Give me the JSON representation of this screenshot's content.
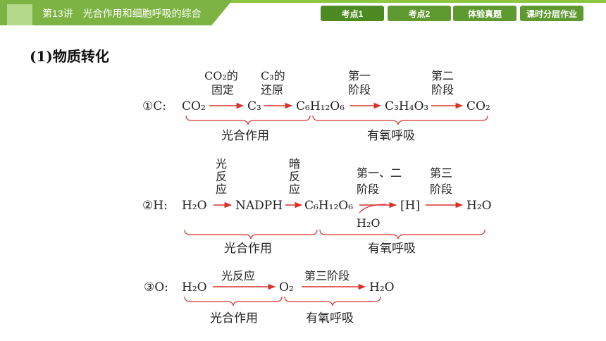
{
  "header": {
    "title": "第13讲　光合作用和细胞呼吸的综合",
    "nav": [
      "考点1",
      "考点2",
      "体验真题",
      "课时分层作业"
    ]
  },
  "heading": "(1)物质转化",
  "colors": {
    "accent_green": "#7cb342",
    "arrow_red": "#d9322b",
    "text": "#222222"
  },
  "rows": {
    "c": {
      "marker": "①C:",
      "species": [
        "CO₂",
        "C₃",
        "C₆H₁₂O₆",
        "C₃H₄O₃",
        "CO₂"
      ],
      "steps": [
        [
          "CO₂的",
          "固定"
        ],
        [
          "C₃的",
          "还原"
        ],
        [
          "第一",
          "阶段"
        ],
        [
          "第二",
          "阶段"
        ]
      ],
      "groups": [
        "光合作用",
        "有氧呼吸"
      ]
    },
    "h": {
      "marker": "②H:",
      "species": [
        "H₂O",
        "NADPH",
        "C₆H₁₂O₆",
        "[H]",
        "H₂O"
      ],
      "steps": [
        [
          "光",
          "反",
          "应"
        ],
        [
          "暗",
          "反",
          "应"
        ],
        [
          "第一、二",
          "阶段"
        ],
        [
          "第三",
          "阶段"
        ]
      ],
      "side_input": "H₂O",
      "groups": [
        "光合作用",
        "有氧呼吸"
      ]
    },
    "o": {
      "marker": "③O:",
      "species": [
        "H₂O",
        "O₂",
        "H₂O"
      ],
      "steps": [
        "光反应",
        "第三阶段"
      ],
      "groups": [
        "光合作用",
        "有氧呼吸"
      ]
    }
  }
}
